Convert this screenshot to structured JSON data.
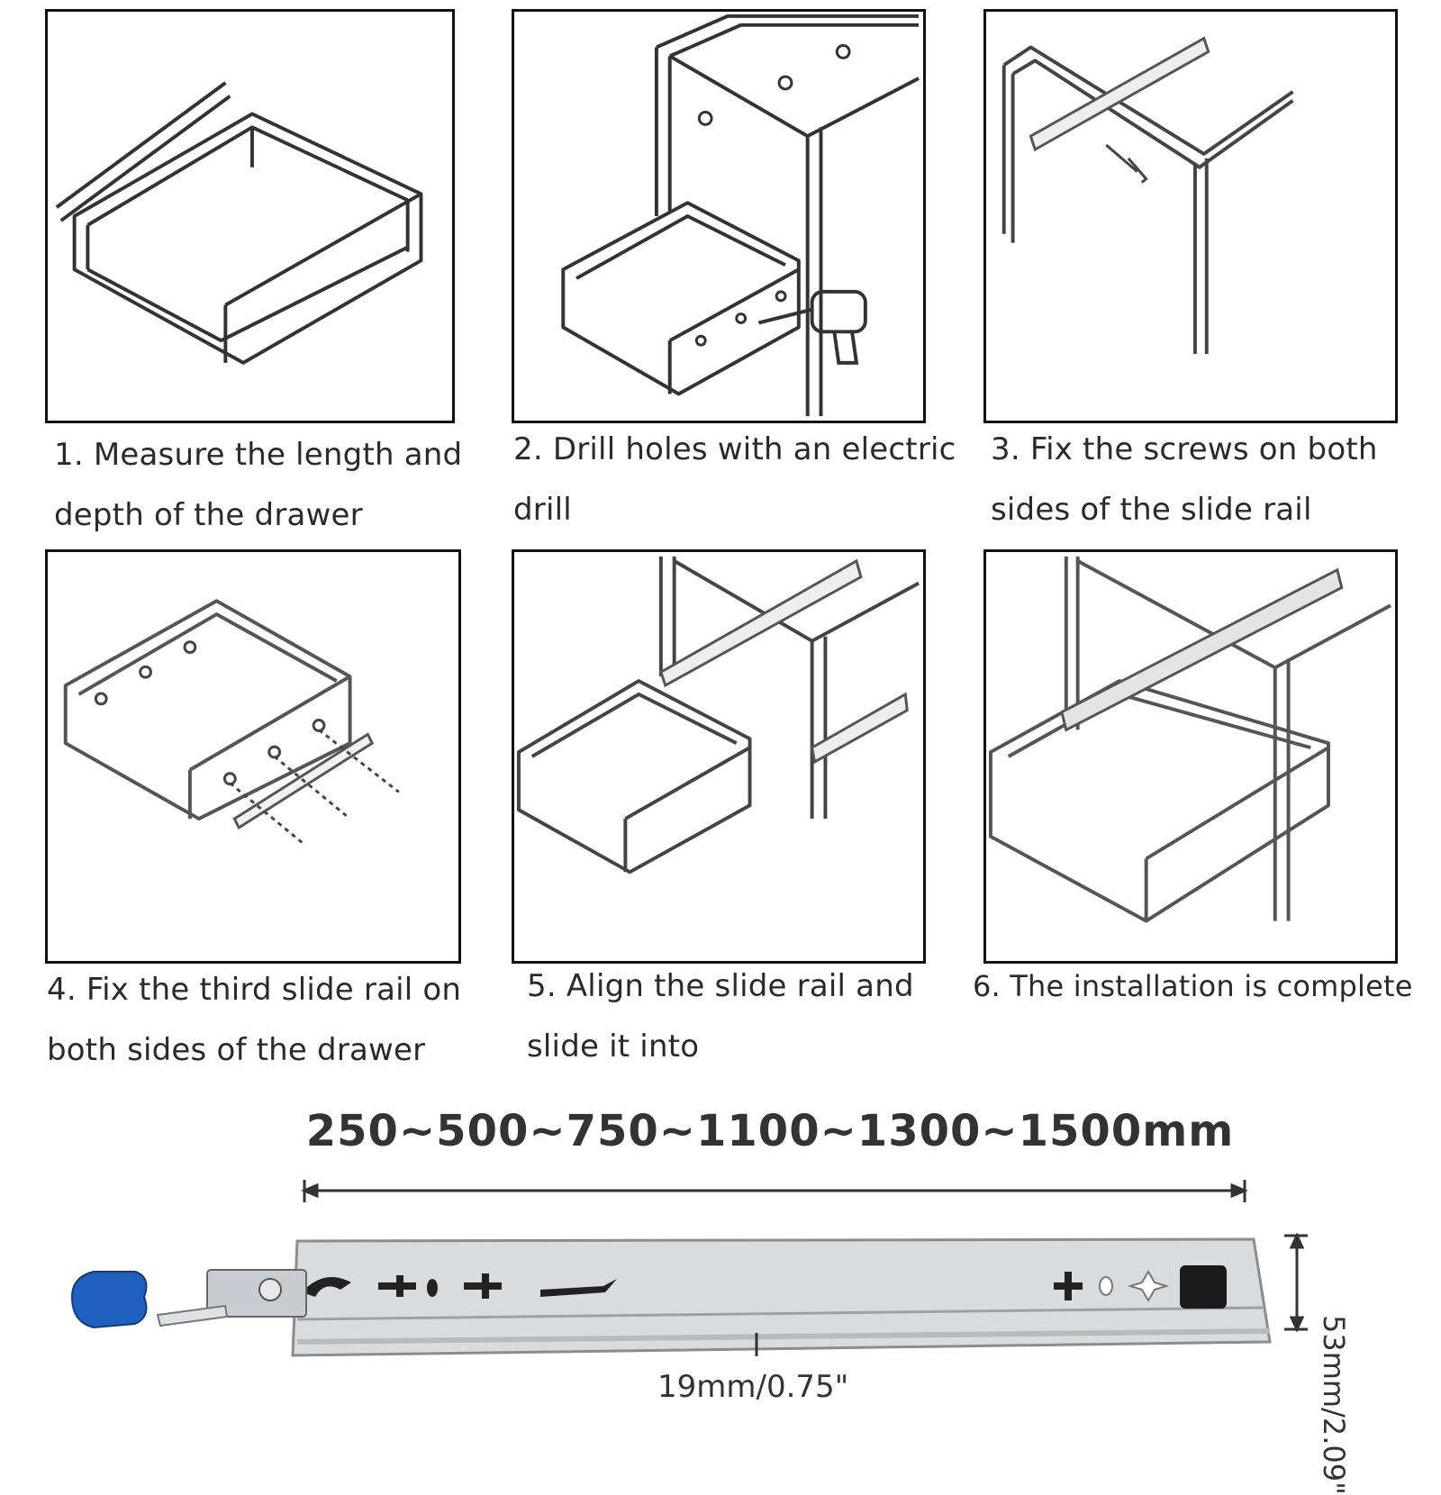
{
  "steps": [
    {
      "line1": "1. Measure the length and",
      "line2": "depth of the drawer"
    },
    {
      "line1": "2. Drill holes with an electric",
      "line2": "drill"
    },
    {
      "line1": "3. Fix the screws on both",
      "line2": "sides of the slide rail"
    },
    {
      "line1": "4. Fix the third slide rail on",
      "line2": "both sides of the drawer"
    },
    {
      "line1": "5. Align the slide rail and",
      "line2": "slide it into"
    },
    {
      "line1": "6. The installation is complete",
      "line2": ""
    }
  ],
  "dimensions": {
    "length_range": "250~500~750~1100~1300~1500mm",
    "height": "53mm/2.09\"",
    "thickness": "19mm/0.75\""
  },
  "colors": {
    "handle": "#1f5fbf",
    "rail": "#d9dcdf",
    "outline": "#222222"
  }
}
